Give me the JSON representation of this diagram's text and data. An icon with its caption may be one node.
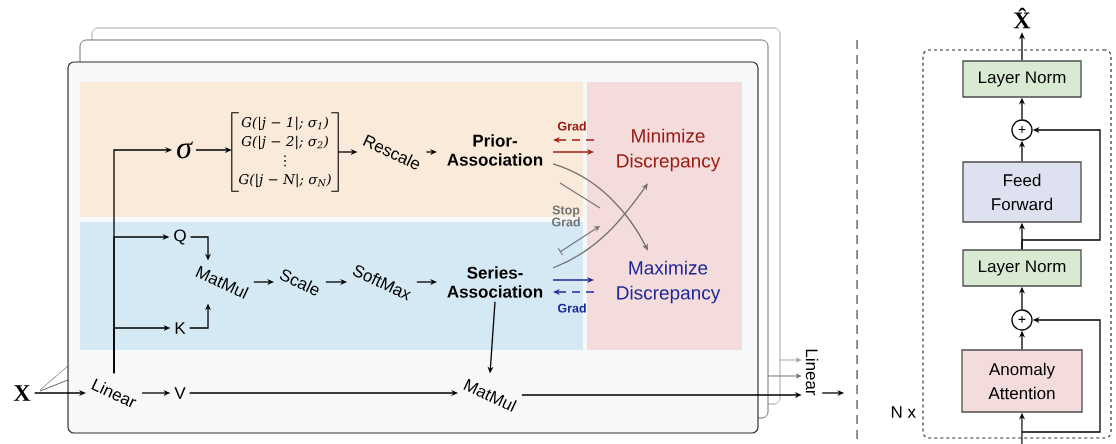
{
  "diagram": {
    "nodes": [
      {
        "text": [
          "X"
        ]
      },
      {
        "text": [
          "Linear"
        ]
      },
      {
        "text": [
          "σ"
        ]
      },
      {
        "text": [
          "G(|j − 1|; σ$_{1}$)",
          "G(|j − 2|; σ$_{2}$)",
          "⋮",
          "G(|j − N|; σ$_{N}$)"
        ]
      },
      {
        "text": [
          "Rescale"
        ]
      },
      {
        "text": [
          "Prior-Association"
        ]
      },
      {
        "text": [
          "Minimize Discrepancy"
        ]
      },
      {
        "text": [
          "Q"
        ]
      },
      {
        "text": [
          "K"
        ]
      },
      {
        "text": [
          "MatMul"
        ]
      },
      {
        "text": [
          "Scale"
        ]
      },
      {
        "text": [
          "SoftMax"
        ]
      },
      {
        "text": [
          "Series-Association"
        ]
      },
      {
        "text": [
          "Maximize Discrepancy"
        ]
      },
      {
        "text": [
          "V"
        ]
      },
      {
        "text": [
          "MatMul"
        ]
      },
      {
        "text": [
          "Linear"
        ]
      },
      {
        "text": [],
        "shape": "box",
        "beside": [
          "N x"
        ]
      },
      {
        "text": [
          "Anomaly Attention"
        ],
        "in": 17
      },
      {
        "text": [
          "+"
        ],
        "in": 17
      },
      {
        "text": [
          "Layer Norm"
        ],
        "in": 17
      },
      {
        "text": [
          "Feed Forward"
        ],
        "in": 17
      },
      {
        "text": [
          "+"
        ],
        "in": 17
      },
      {
        "text": [
          "Layer Norm"
        ],
        "in": 17
      },
      {
        "text": [
          "X̂"
        ]
      }
    ],
    "edges": [
      {
        "from": 0,
        "to": 1,
        "arrow": "to"
      },
      {
        "from": 1,
        "to": 2,
        "arrow": "to"
      },
      {
        "from": 1,
        "to": 7,
        "arrow": "to"
      },
      {
        "from": 1,
        "to": 8,
        "arrow": "to"
      },
      {
        "from": 1,
        "to": 14,
        "arrow": "to"
      },
      {
        "from": 2,
        "to": 3,
        "arrow": "to"
      },
      {
        "from": 3,
        "to": 4,
        "arrow": "to"
      },
      {
        "from": 4,
        "to": 5,
        "arrow": "to"
      },
      {
        "from": 5,
        "to": 6,
        "arrow": "to",
        "color": "#a01c12"
      },
      {
        "from": 6,
        "to": 5,
        "arrow": "to",
        "label": "Grad",
        "style": "dashed",
        "color": "#a01c12"
      },
      {
        "from": 5,
        "to": 13,
        "arrow": "to",
        "color": "#707070"
      },
      {
        "from": 12,
        "to": 6,
        "arrow": "to",
        "color": "#707070"
      },
      {
        "from": 7,
        "to": 9,
        "arrow": "to"
      },
      {
        "from": 8,
        "to": 9,
        "arrow": "to"
      },
      {
        "from": 9,
        "to": 10,
        "arrow": "to"
      },
      {
        "from": 10,
        "to": 11,
        "arrow": "to"
      },
      {
        "from": 11,
        "to": 12,
        "arrow": "to"
      },
      {
        "from": 12,
        "to": 13,
        "arrow": "to",
        "color": "#1c2896"
      },
      {
        "from": 13,
        "to": 12,
        "arrow": "to",
        "label": "Grad",
        "style": "dashed",
        "color": "#1c2896"
      },
      {
        "from": 12,
        "to": 15,
        "arrow": "to"
      },
      {
        "from": 14,
        "to": 15,
        "arrow": "to"
      },
      {
        "from": 15,
        "to": 16,
        "arrow": "to"
      },
      {
        "from": 16,
        "to": null,
        "arrow": "to"
      },
      {
        "from": null,
        "to": 18,
        "arrow": "to"
      },
      {
        "from": 18,
        "to": 19,
        "arrow": "to"
      },
      {
        "from": 19,
        "to": 20,
        "arrow": "to"
      },
      {
        "from": 20,
        "to": 21,
        "arrow": "to"
      },
      {
        "from": 21,
        "to": 22,
        "arrow": "to"
      },
      {
        "from": 22,
        "to": 23,
        "arrow": "to"
      },
      {
        "from": 23,
        "to": 24,
        "arrow": "to"
      },
      {
        "from": null,
        "to": 19,
        "arrow": "to"
      },
      {
        "from": 20,
        "to": 22,
        "arrow": "to"
      }
    ],
    "labels": [
      "Stop Grad"
    ]
  }
}
